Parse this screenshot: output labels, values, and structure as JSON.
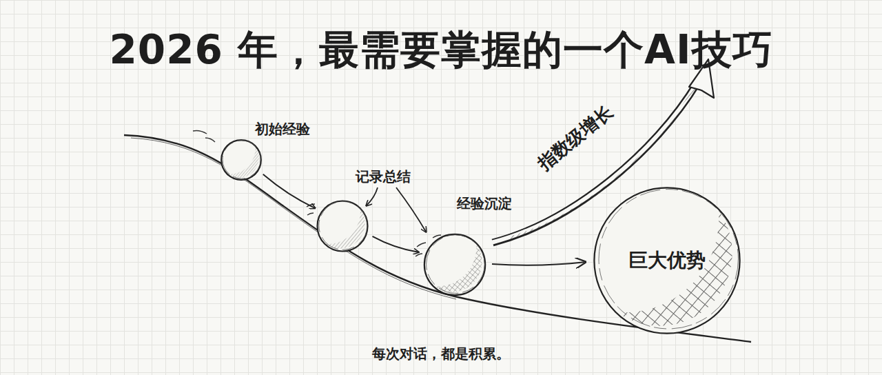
{
  "diagram": {
    "title": "2026 年，最需要掌握的一个AI技巧",
    "caption": "每次对话，都是积累。",
    "nodes": [
      {
        "text": [
          "初始经验"
        ]
      },
      {
        "text": [
          "记录总结"
        ]
      },
      {
        "text": [
          "经验沉淀"
        ]
      },
      {
        "text": [
          "巨大优势"
        ]
      }
    ],
    "edges": [
      {
        "from": 0,
        "to": 1,
        "arrow": "to"
      },
      {
        "from": 1,
        "to": 2,
        "arrow": "to"
      },
      {
        "from": 2,
        "to": 3,
        "arrow": "to"
      }
    ],
    "labels": [
      "指数级增长"
    ]
  }
}
